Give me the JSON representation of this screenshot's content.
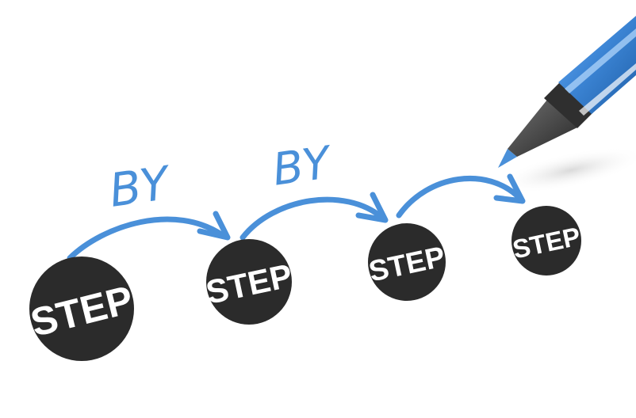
{
  "image": {
    "words": {
      "step_1": "STEP",
      "step_2": "STEP",
      "step_3": "STEP",
      "step_4": "STEP",
      "by_1": "BY",
      "by_2": "BY"
    },
    "colors": {
      "ink_blue": "#4a90d9",
      "circle_dark": "#2b2b2b",
      "pen_blue": "#3d86d6",
      "pen_dark": "#3a3a3a",
      "background": "#ffffff"
    }
  }
}
